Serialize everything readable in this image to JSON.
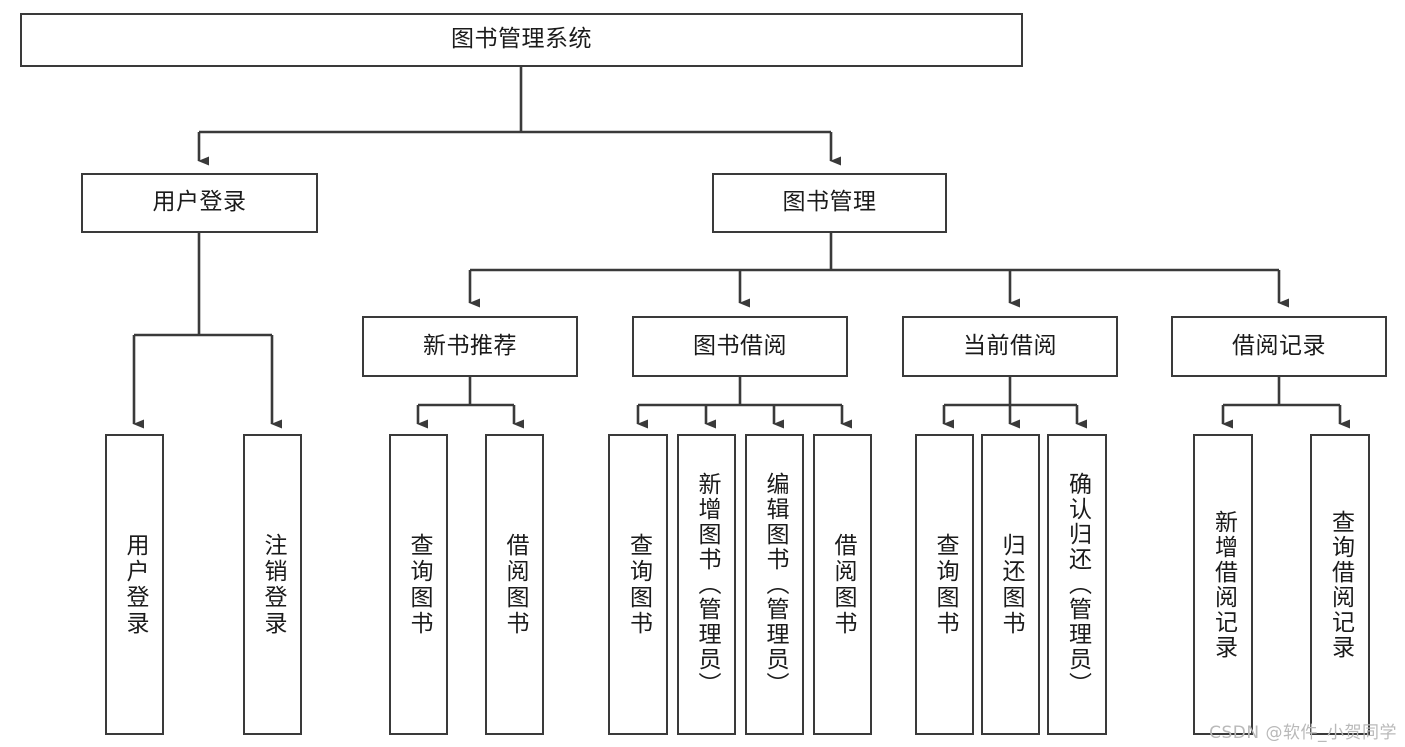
{
  "diagram": {
    "type": "tree-hierarchy",
    "title": "图书管理系统",
    "root": {
      "id": "root",
      "label": "图书管理系统",
      "orientation": "horizontal"
    },
    "level2": [
      {
        "id": "user-login",
        "label": "用户登录",
        "orientation": "horizontal"
      },
      {
        "id": "book-manage",
        "label": "图书管理",
        "orientation": "horizontal"
      }
    ],
    "level3": [
      {
        "id": "new-book-rec",
        "label": "新书推荐",
        "orientation": "horizontal",
        "parent": "book-manage"
      },
      {
        "id": "book-borrow",
        "label": "图书借阅",
        "orientation": "horizontal",
        "parent": "book-manage"
      },
      {
        "id": "current-borrow",
        "label": "当前借阅",
        "orientation": "horizontal",
        "parent": "book-manage"
      },
      {
        "id": "borrow-record",
        "label": "借阅记录",
        "orientation": "horizontal",
        "parent": "book-manage"
      }
    ],
    "leaves": [
      {
        "id": "leaf-user-login",
        "label": "用户登录",
        "parent": "user-login",
        "orientation": "vertical"
      },
      {
        "id": "leaf-logout",
        "label": "注销登录",
        "parent": "user-login",
        "orientation": "vertical"
      },
      {
        "id": "leaf-query-book-1",
        "label": "查询图书",
        "parent": "new-book-rec",
        "orientation": "vertical"
      },
      {
        "id": "leaf-borrow-book-1",
        "label": "借阅图书",
        "parent": "new-book-rec",
        "orientation": "vertical"
      },
      {
        "id": "leaf-query-book-2",
        "label": "查询图书",
        "parent": "book-borrow",
        "orientation": "vertical"
      },
      {
        "id": "leaf-add-book",
        "label": "新增图书（管理员）",
        "parent": "book-borrow",
        "orientation": "vertical"
      },
      {
        "id": "leaf-edit-book",
        "label": "编辑图书（管理员）",
        "parent": "book-borrow",
        "orientation": "vertical"
      },
      {
        "id": "leaf-borrow-book-2",
        "label": "借阅图书",
        "parent": "book-borrow",
        "orientation": "vertical"
      },
      {
        "id": "leaf-query-book-3",
        "label": "查询图书",
        "parent": "current-borrow",
        "orientation": "vertical"
      },
      {
        "id": "leaf-return-book",
        "label": "归还图书",
        "parent": "current-borrow",
        "orientation": "vertical"
      },
      {
        "id": "leaf-confirm-return",
        "label": "确认归还（管理员）",
        "parent": "current-borrow",
        "orientation": "vertical"
      },
      {
        "id": "leaf-add-record",
        "label": "新增借阅记录",
        "parent": "borrow-record",
        "orientation": "vertical"
      },
      {
        "id": "leaf-query-record",
        "label": "查询借阅记录",
        "parent": "borrow-record",
        "orientation": "vertical"
      }
    ],
    "colors": {
      "stroke": "#3a3a3a",
      "fill": "#ffffff",
      "text": "#1b1b1b",
      "watermark": "#b9b9b9"
    }
  },
  "watermark": {
    "text": "CSDN @软件_小贺同学"
  }
}
